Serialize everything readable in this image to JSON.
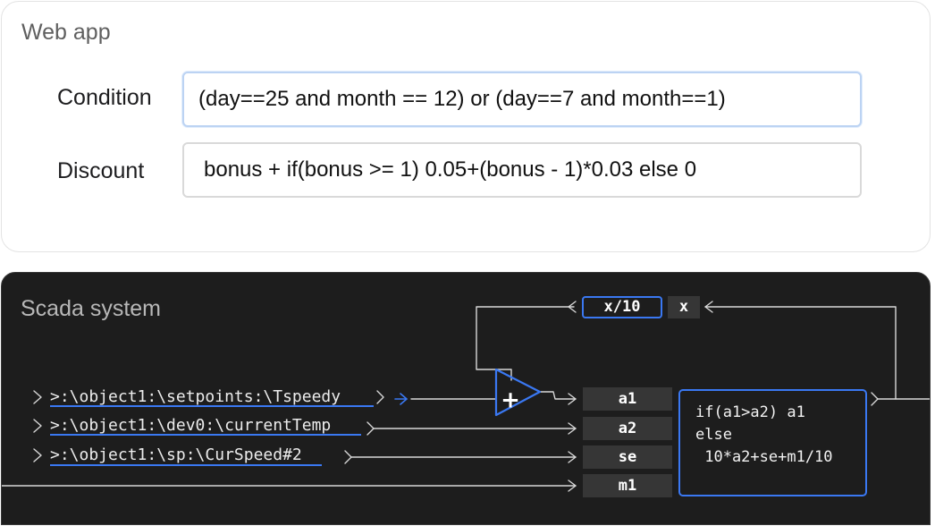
{
  "web_app": {
    "title": "Web app",
    "condition": {
      "label": "Condition",
      "value": "(day==25 and month == 12) or (day==7 and month==1)"
    },
    "discount": {
      "label": "Discount",
      "value": "bonus + if(bonus >= 1) 0.05+(bonus - 1)*0.03 else 0"
    }
  },
  "scada": {
    "title": "Scada system",
    "inputs": [
      ">:\\object1:\\setpoints:\\Tspeedy",
      ">:\\object1:\\dev0:\\currentTemp",
      ">:\\object1:\\sp:\\CurSpeed#2"
    ],
    "registers": [
      "a1",
      "a2",
      "se",
      "m1"
    ],
    "adder_symbol": "+",
    "feedback": {
      "scale_label": "x/10",
      "var_label": "x"
    },
    "formula": "if(a1>a2) a1\nelse\n 10*a2+se+m1/10",
    "colors": {
      "accent": "#3a78f2",
      "panel_bg": "#1d1d1d",
      "wire": "#d8d8d8"
    }
  }
}
